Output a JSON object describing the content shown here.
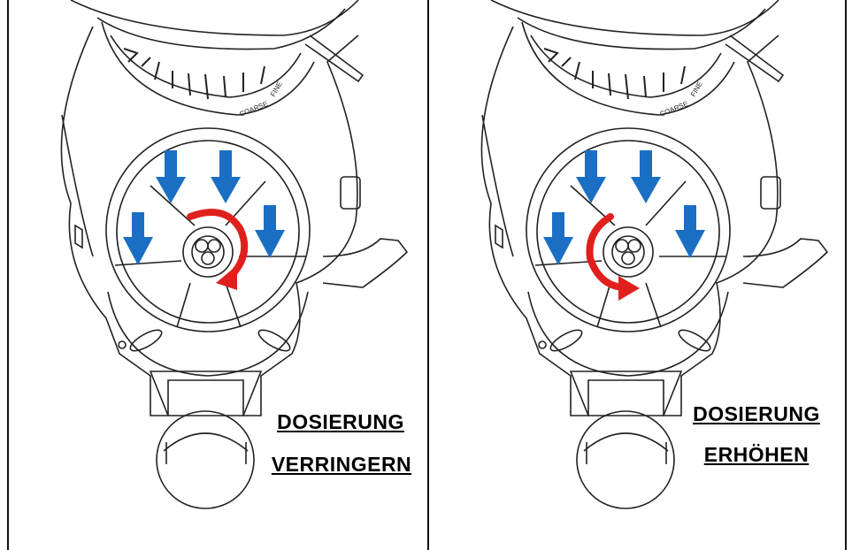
{
  "panels": [
    {
      "id": "left",
      "label_line1": "DOSIERUNG",
      "label_line2": "VERRINGERN",
      "rotation": "clockwise",
      "scale_coarse": "COARSE",
      "scale_fine": "FINE"
    },
    {
      "id": "right",
      "label_line1": "DOSIERUNG",
      "label_line2": "ERHÖHEN",
      "rotation": "counterclockwise",
      "scale_coarse": "COARSE",
      "scale_fine": "FINE"
    }
  ],
  "colors": {
    "down_arrow": "#1a6fc4",
    "rotation_arrow": "#e0201c",
    "line_art": "#222222"
  }
}
